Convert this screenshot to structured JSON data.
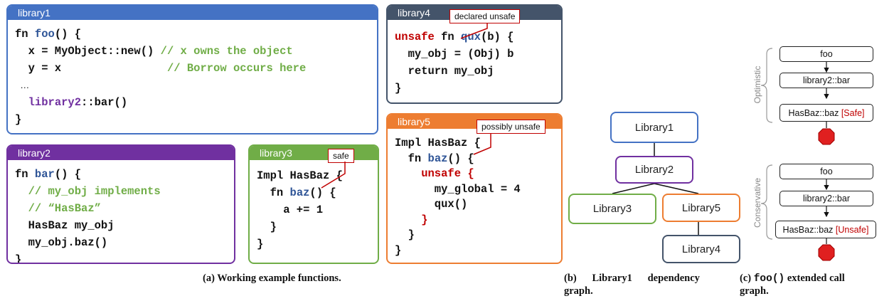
{
  "library1": {
    "title": "library1",
    "l1_a": "fn ",
    "l1_b": "foo",
    "l1_c": "() {",
    "l2_a": "  x = MyObject::new() ",
    "l2_b": "// x owns the object",
    "l3_a": "  y = x                ",
    "l3_b": "// Borrow occurs here",
    "l4": "  …",
    "l5_a": "  ",
    "l5_b": "library2",
    "l5_c": "::bar()",
    "l6": "}"
  },
  "library2": {
    "title": "library2",
    "l1_a": "fn ",
    "l1_b": "bar",
    "l1_c": "() {",
    "l2": "  // my_obj implements",
    "l3": "  // “HasBaz”",
    "l4": "  HasBaz my_obj",
    "l5": "  my_obj.baz()",
    "l6": "}"
  },
  "library3": {
    "title": "library3",
    "callout": "safe",
    "l1": "Impl HasBaz {",
    "l2_a": "  fn ",
    "l2_b": "baz",
    "l2_c": "() {",
    "l3": "    a += 1",
    "l4": "  }",
    "l5": "}"
  },
  "library4": {
    "title": "library4",
    "callout": "declared unsafe",
    "l1_a": "unsafe",
    "l1_b": " fn ",
    "l1_c": "qux",
    "l1_d": "(b) {",
    "l2": "  my_obj = (Obj) b",
    "l3": "  return my_obj",
    "l4": "}"
  },
  "library5": {
    "title": "library5",
    "callout": "possibly unsafe",
    "l1": "Impl HasBaz {",
    "l2_a": "  fn ",
    "l2_b": "baz",
    "l2_c": "() {",
    "l3": "    unsafe {",
    "l4": "      my_global = 4",
    "l5": "      qux()",
    "l6": "    }",
    "l7": "  }",
    "l8": "}"
  },
  "captions": {
    "a": "(a) Working example functions.",
    "b_line1": "(b)      Library1      dependency",
    "b_line2": "graph.",
    "c_pre": "(c) ",
    "c_code": "foo()",
    "c_post": " extended call",
    "c_line2": "graph."
  },
  "dependency_graph": {
    "nodes": {
      "library1": "Library1",
      "library2": "Library2",
      "library3": "Library3",
      "library5": "Library5",
      "library4": "Library4"
    }
  },
  "call_graph": {
    "optimistic_label": "Optimistic",
    "conservative_label": "Conservative",
    "opt_foo": "foo",
    "opt_bar": "library2::bar",
    "opt_baz": "HasBaz::baz ",
    "opt_tag": "[Safe]",
    "con_foo": "foo",
    "con_bar": "library2::bar",
    "con_baz": "HasBaz::baz ",
    "con_tag": "[Unsafe]"
  },
  "colors": {
    "library1": "#4472c4",
    "library2": "#7030a0",
    "library3": "#70ad47",
    "library4": "#44546a",
    "library5": "#ed7d31",
    "unsafe_red": "#c00000",
    "stop_red": "#e02020"
  }
}
